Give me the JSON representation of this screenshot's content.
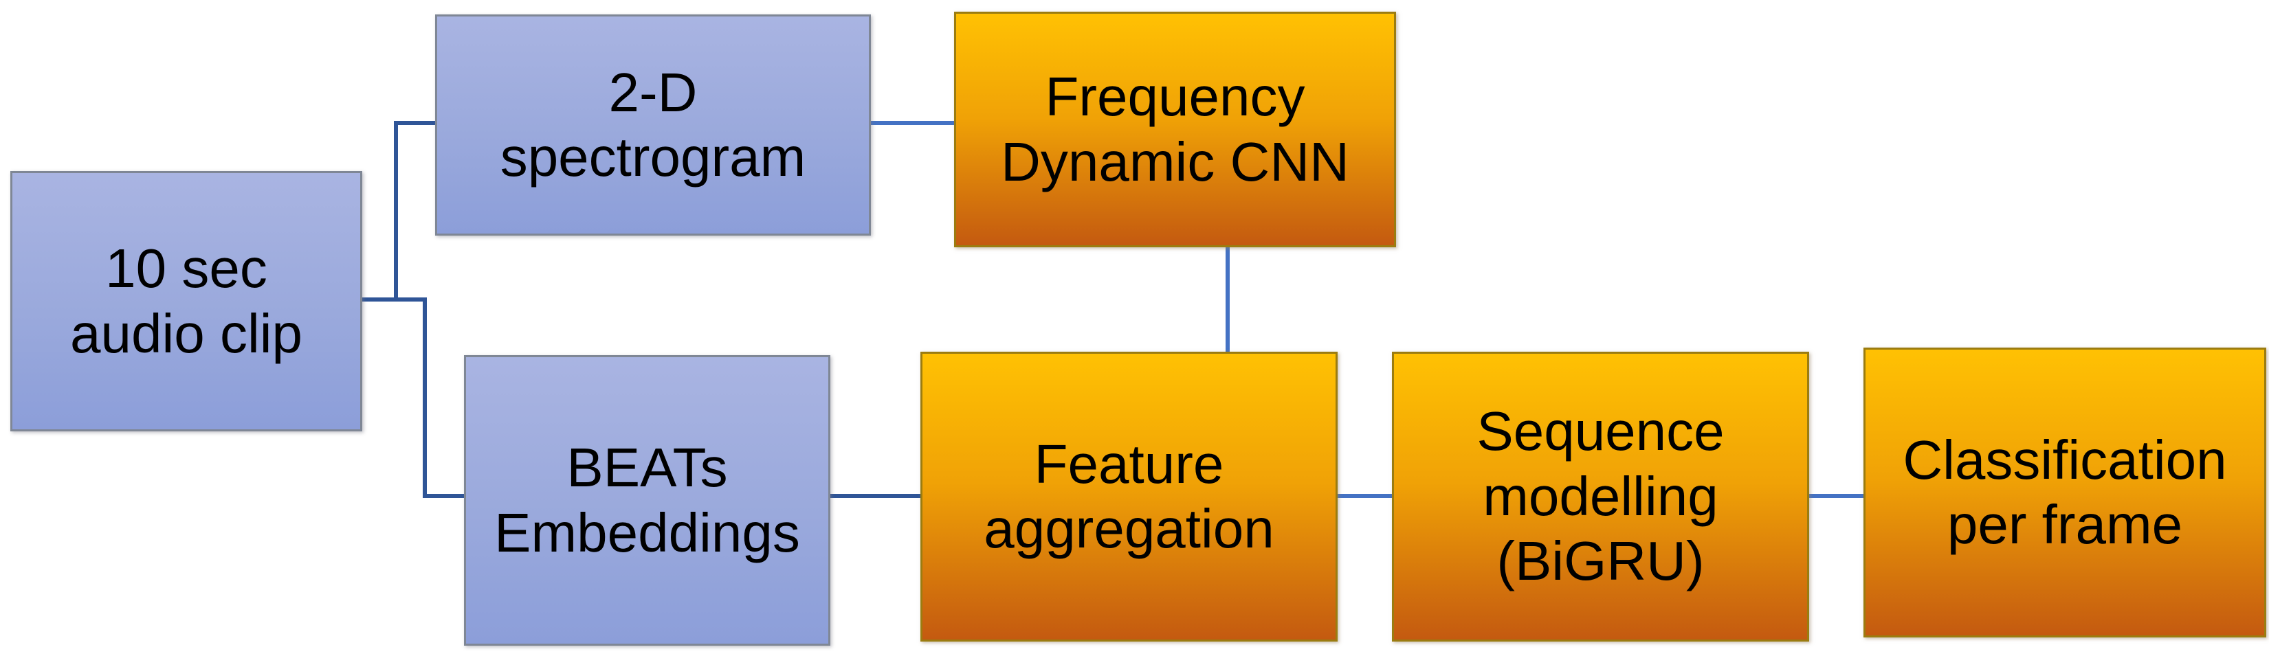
{
  "diagram": {
    "nodes": [
      {
        "id": "audio-clip",
        "label": "10 sec audio clip",
        "lines": [
          "10 sec",
          "audio clip"
        ],
        "fill": "blue"
      },
      {
        "id": "spectrogram",
        "label": "2-D spectrogram",
        "lines": [
          "2-D",
          "spectrogram"
        ],
        "fill": "blue"
      },
      {
        "id": "freq-dyn-cnn",
        "label": "Frequency Dynamic CNN",
        "lines": [
          "Frequency",
          "Dynamic CNN"
        ],
        "fill": "orange"
      },
      {
        "id": "beats-embeddings",
        "label": "BEATs Embeddings",
        "lines": [
          "BEATs",
          "Embeddings"
        ],
        "fill": "blue"
      },
      {
        "id": "feature-agg",
        "label": "Feature aggregation",
        "lines": [
          "Feature",
          "aggregation"
        ],
        "fill": "orange"
      },
      {
        "id": "seq-modelling",
        "label": "Sequence modelling (BiGRU)",
        "lines": [
          "Sequence",
          "modelling",
          "(BiGRU)"
        ],
        "fill": "orange"
      },
      {
        "id": "classification",
        "label": "Classification per frame",
        "lines": [
          "Classification",
          "per frame"
        ],
        "fill": "orange"
      }
    ],
    "edges": [
      {
        "from": "10 sec audio clip",
        "to": "2-D spectrogram"
      },
      {
        "from": "10 sec audio clip",
        "to": "BEATs Embeddings"
      },
      {
        "from": "2-D spectrogram",
        "to": "Frequency Dynamic CNN"
      },
      {
        "from": "Frequency Dynamic CNN",
        "to": "Feature aggregation"
      },
      {
        "from": "BEATs Embeddings",
        "to": "Feature aggregation"
      },
      {
        "from": "Feature aggregation",
        "to": "Sequence modelling (BiGRU)"
      },
      {
        "from": "Sequence modelling (BiGRU)",
        "to": "Classification per frame"
      }
    ],
    "palette": {
      "blue_gradient_top": "#A9B4E2",
      "blue_gradient_bottom": "#8C9ED9",
      "blue_border": "#7F8795",
      "orange_gradient_top": "#FFC103",
      "orange_gradient_bottom": "#C45A10",
      "orange_border": "#9B7C10",
      "connector_elbow": "#2F5597",
      "connector_straight": "#4472C4",
      "text": "#000000",
      "background": "#FFFFFF"
    }
  }
}
